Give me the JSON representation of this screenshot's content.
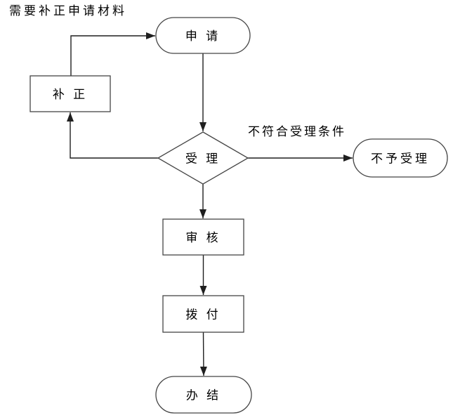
{
  "diagram": {
    "type": "flowchart",
    "background_color": "#ffffff",
    "line_color": "#1f1f1f",
    "shape_border_color": "#454545",
    "text_color": "#000000",
    "annotation_top_left": "需要补正申请材料",
    "nodes": [
      {
        "id": "apply",
        "label": "申 请",
        "shape": "stadium"
      },
      {
        "id": "supplement",
        "label": "补 正",
        "shape": "rect"
      },
      {
        "id": "accept",
        "label": "受 理",
        "shape": "diamond"
      },
      {
        "id": "reject",
        "label": "不予受理",
        "shape": "stadium"
      },
      {
        "id": "review",
        "label": "审 核",
        "shape": "rect"
      },
      {
        "id": "disburse",
        "label": "拨 付",
        "shape": "rect"
      },
      {
        "id": "complete",
        "label": "办 结",
        "shape": "stadium"
      }
    ],
    "edges": [
      {
        "from": "supplement",
        "to": "apply",
        "label": ""
      },
      {
        "from": "apply",
        "to": "accept",
        "label": ""
      },
      {
        "from": "accept",
        "to": "supplement",
        "label": ""
      },
      {
        "from": "accept",
        "to": "reject",
        "label": "不符合受理条件"
      },
      {
        "from": "accept",
        "to": "review",
        "label": ""
      },
      {
        "from": "review",
        "to": "disburse",
        "label": ""
      },
      {
        "from": "disburse",
        "to": "complete",
        "label": ""
      }
    ]
  }
}
